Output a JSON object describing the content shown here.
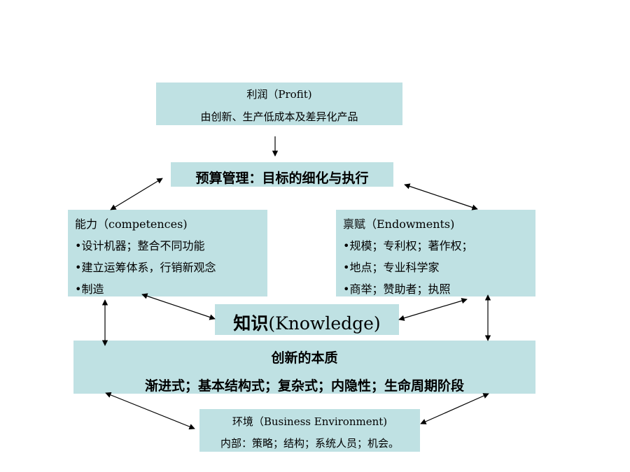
{
  "profit": {
    "title": "利润（Profit)",
    "subtitle": "由创新、生产低成本及差异化产品"
  },
  "budget": {
    "label": "预算管理：目标的细化与执行"
  },
  "competences": {
    "title": "能力（competences)",
    "items": [
      "•设计机器；整合不同功能",
      "•建立运筹体系，行销新观念",
      "•制造"
    ]
  },
  "endowments": {
    "title": "禀赋（Endowments)",
    "items": [
      "•规模；专利权；著作权；",
      "•地点；专业科学家",
      "•商举；赞助者；执照"
    ]
  },
  "knowledge": {
    "label_cn": "知识",
    "label_en": "(Knowledge)"
  },
  "innovation": {
    "title": "创新的本质",
    "subtitle": "渐进式；基本结构式；复杂式；内隐性；生命周期阶段"
  },
  "environment": {
    "title": "环境（Business Environment)",
    "subtitle": "内部：策略；结构；系统人员；机会。"
  },
  "colors": {
    "box_fill": "#bfe1e3",
    "arrow": "#000000"
  }
}
